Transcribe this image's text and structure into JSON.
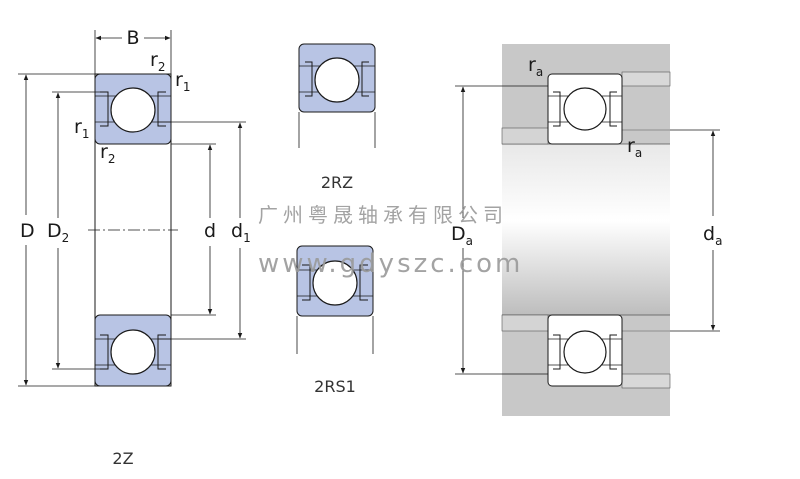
{
  "colors": {
    "ring_fill": "#b8c4e4",
    "ring_stroke": "#1a1a1a",
    "housing": "#c8c8c8",
    "line": "#1a1a1a",
    "watermark": "#9a9a9a"
  },
  "main_bearing": {
    "width_label": "B",
    "corner_labels": [
      {
        "base": "r",
        "sub": "2"
      },
      {
        "base": "r",
        "sub": "1"
      },
      {
        "base": "r",
        "sub": "1"
      },
      {
        "base": "r",
        "sub": "2"
      }
    ],
    "dimensions": [
      {
        "base": "D",
        "sub": ""
      },
      {
        "base": "D",
        "sub": "2"
      },
      {
        "base": "d",
        "sub": ""
      },
      {
        "base": "d",
        "sub": "1"
      }
    ],
    "caption": "2Z"
  },
  "variant_top": {
    "caption": "2RZ"
  },
  "variant_bottom": {
    "caption": "2RS1"
  },
  "mounting": {
    "fillet_labels": [
      {
        "base": "r",
        "sub": "a"
      },
      {
        "base": "r",
        "sub": "a"
      }
    ],
    "dimensions": [
      {
        "base": "D",
        "sub": "a"
      },
      {
        "base": "d",
        "sub": "a"
      }
    ]
  },
  "watermark": {
    "company": "广州粤晟轴承有限公司",
    "url": "www.gdyszc.com"
  }
}
